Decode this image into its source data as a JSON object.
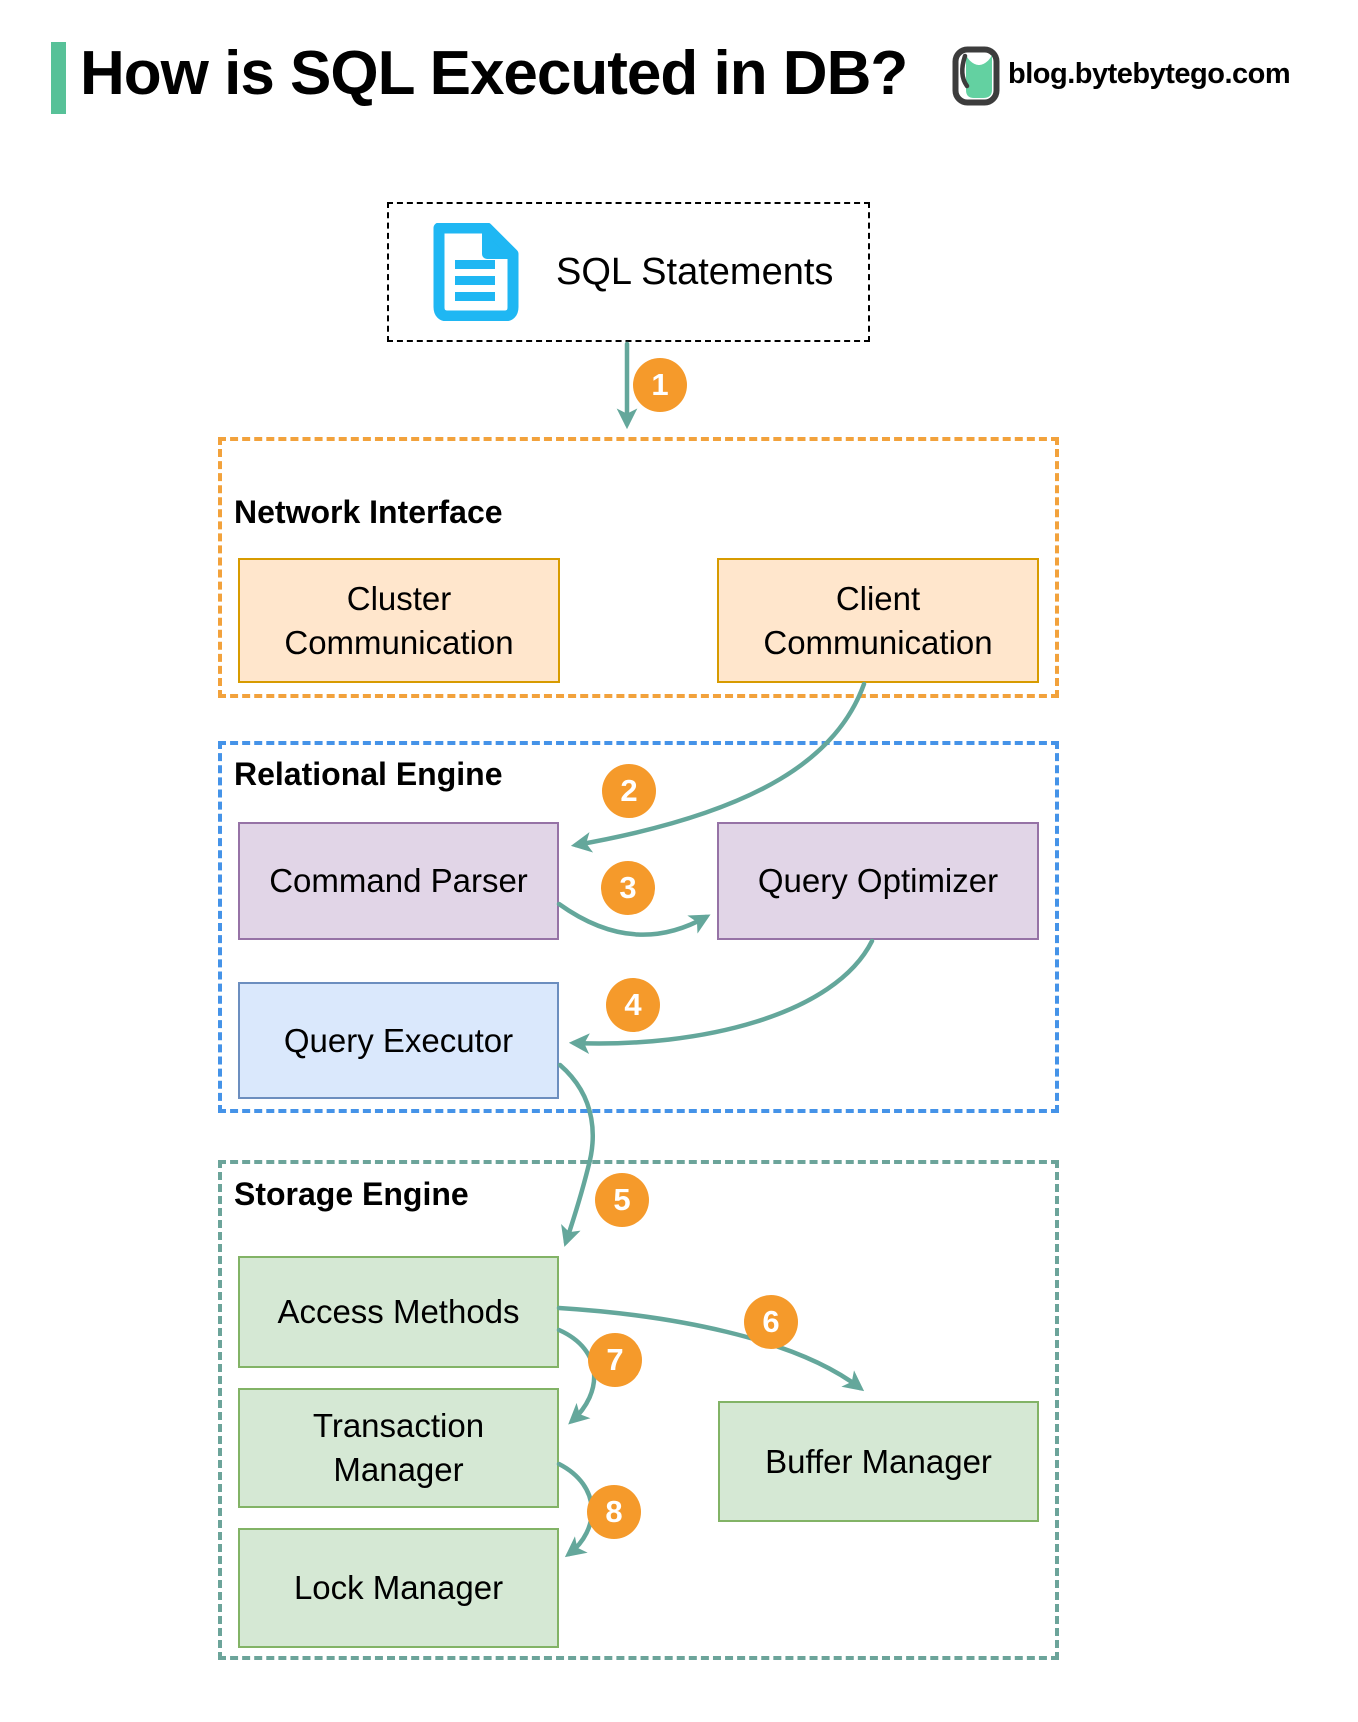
{
  "header": {
    "title": "How is SQL Executed in DB?",
    "brand": "blog.bytebytego.com"
  },
  "sql_source": {
    "label": "SQL Statements"
  },
  "sections": {
    "network": {
      "label": "Network Interface",
      "boxes": {
        "cluster": "Cluster Communication",
        "client": "Client Communication"
      }
    },
    "relational": {
      "label": "Relational Engine",
      "boxes": {
        "command_parser": "Command Parser",
        "query_optimizer": "Query Optimizer",
        "query_executor": "Query Executor"
      }
    },
    "storage": {
      "label": "Storage Engine",
      "boxes": {
        "access_methods": "Access Methods",
        "transaction_manager": "Transaction Manager",
        "lock_manager": "Lock Manager",
        "buffer_manager": "Buffer Manager"
      }
    }
  },
  "steps": [
    "1",
    "2",
    "3",
    "4",
    "5",
    "6",
    "7",
    "8"
  ],
  "colors": {
    "accent_green": "#57C198",
    "arrow_teal": "#64A79B",
    "step_orange": "#F59A2B",
    "network_border_orange": "#F2A23C",
    "relational_border_blue": "#4593E8",
    "storage_border_teal": "#6CA49A",
    "orange_box_fill": "#FFE6CC",
    "orange_box_border": "#D79B00",
    "purple_box_fill": "#E1D5E7",
    "purple_box_border": "#9673A6",
    "blue_box_fill": "#DAE8FC",
    "blue_box_border": "#6C8EBF",
    "green_box_fill": "#D5E8D4",
    "green_box_border": "#82B366",
    "document_icon_cyan": "#1FB7F3",
    "logo_green": "#63D1A1"
  }
}
